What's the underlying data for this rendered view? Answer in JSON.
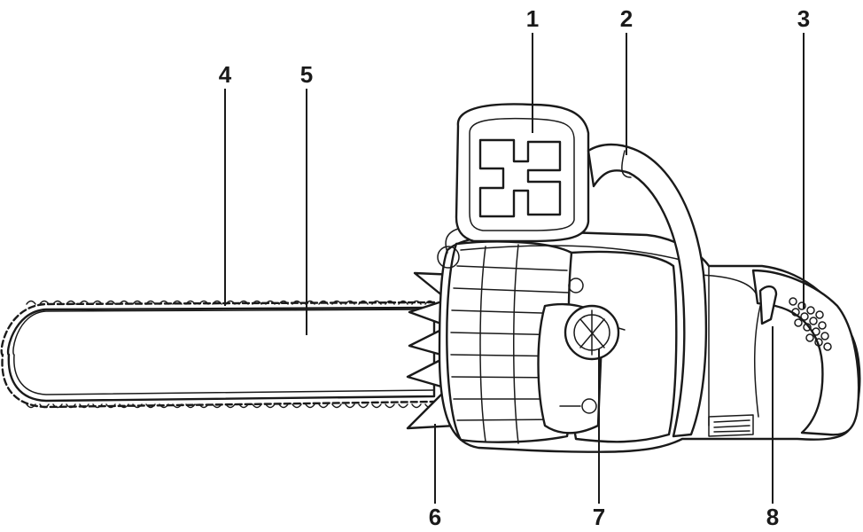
{
  "callouts": [
    {
      "id": "1",
      "part": "front-hand-guard"
    },
    {
      "id": "2",
      "part": "front-handle"
    },
    {
      "id": "3",
      "part": "rear-handle-vents"
    },
    {
      "id": "4",
      "part": "saw-chain"
    },
    {
      "id": "5",
      "part": "guide-bar"
    },
    {
      "id": "6",
      "part": "bucking-spikes"
    },
    {
      "id": "7",
      "part": "chain-tension-knob"
    },
    {
      "id": "8",
      "part": "trigger-switch"
    }
  ]
}
